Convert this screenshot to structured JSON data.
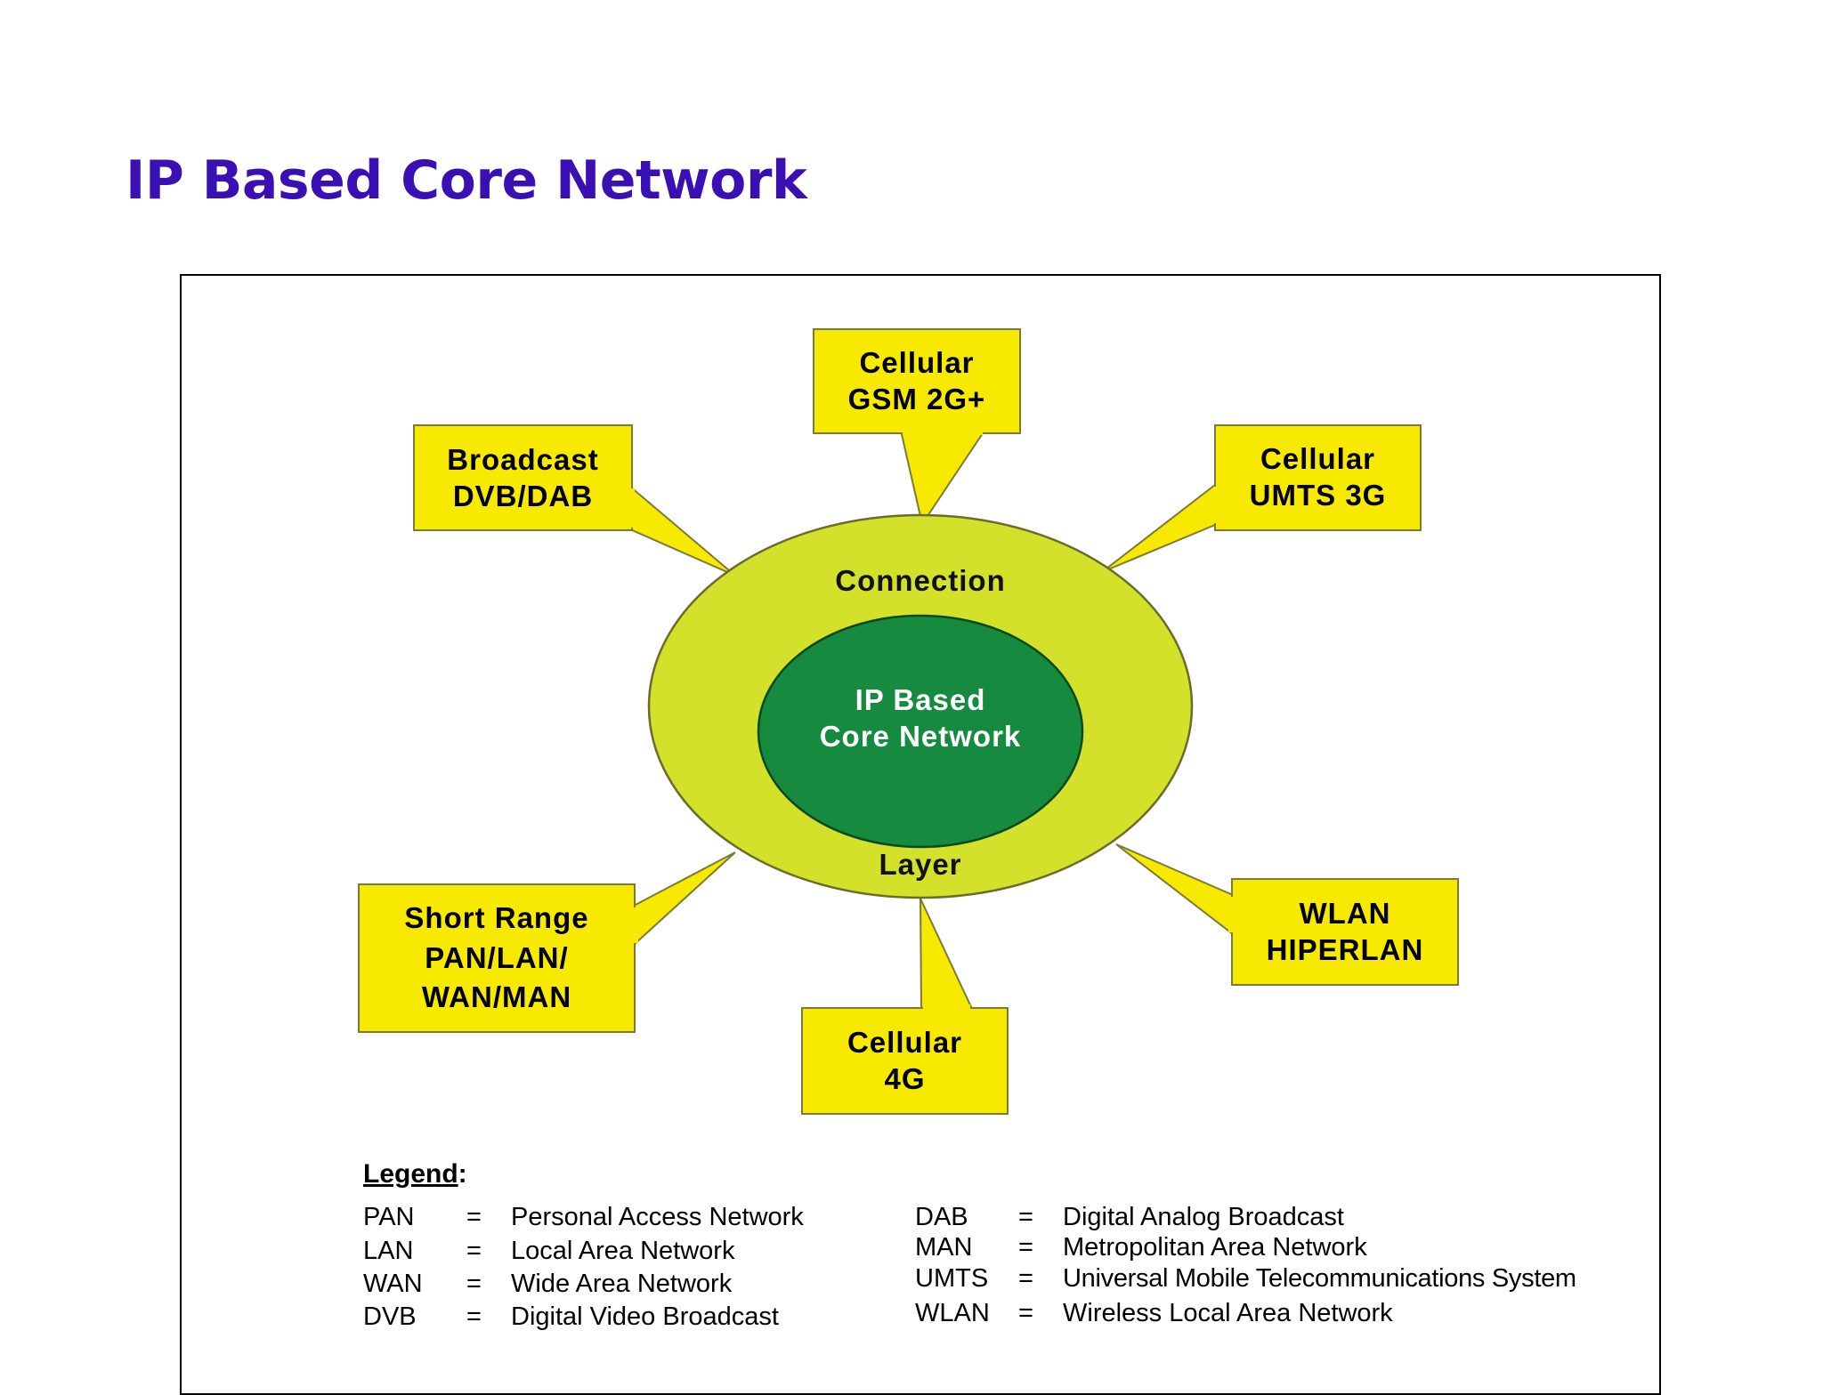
{
  "title": "IP Based Core Network",
  "colors": {
    "title": "#3a10b4",
    "callout_fill": "#f7ea00",
    "outer_ring": "#d4e12a",
    "core": "#168a3f"
  },
  "diagram": {
    "core": {
      "line1": "IP Based",
      "line2": "Core Network"
    },
    "ring": {
      "top": "Connection",
      "bottom": "Layer"
    },
    "callouts": [
      {
        "id": "cellular-gsm",
        "lines": [
          "Cellular",
          "GSM 2G+"
        ]
      },
      {
        "id": "broadcast",
        "lines": [
          "Broadcast",
          "DVB/DAB"
        ]
      },
      {
        "id": "cellular-umts",
        "lines": [
          "Cellular",
          "UMTS 3G"
        ]
      },
      {
        "id": "short-range",
        "lines": [
          "Short Range",
          "PAN/LAN/",
          "WAN/MAN"
        ]
      },
      {
        "id": "wlan",
        "lines": [
          "WLAN",
          "HIPERLAN"
        ]
      },
      {
        "id": "cellular-4g",
        "lines": [
          "Cellular",
          "4G"
        ]
      }
    ]
  },
  "legend": {
    "title": "Legend",
    "suffix": ":",
    "left": [
      {
        "abbr": "PAN",
        "eq": "=",
        "meaning": "Personal Access Network"
      },
      {
        "abbr": "LAN",
        "eq": "=",
        "meaning": "Local Area Network"
      },
      {
        "abbr": "WAN",
        "eq": "=",
        "meaning": "Wide Area Network"
      },
      {
        "abbr": "DVB",
        "eq": "=",
        "meaning": "Digital Video Broadcast"
      }
    ],
    "right": [
      {
        "abbr": "DAB",
        "eq": "=",
        "meaning": "Digital Analog Broadcast"
      },
      {
        "abbr": "MAN",
        "eq": "=",
        "meaning": "Metropolitan Area Network"
      },
      {
        "abbr": "UMTS",
        "eq": "=",
        "meaning": "Universal Mobile Telecommunications System"
      },
      {
        "abbr": "WLAN",
        "eq": "=",
        "meaning": "Wireless Local Area Network"
      }
    ]
  }
}
